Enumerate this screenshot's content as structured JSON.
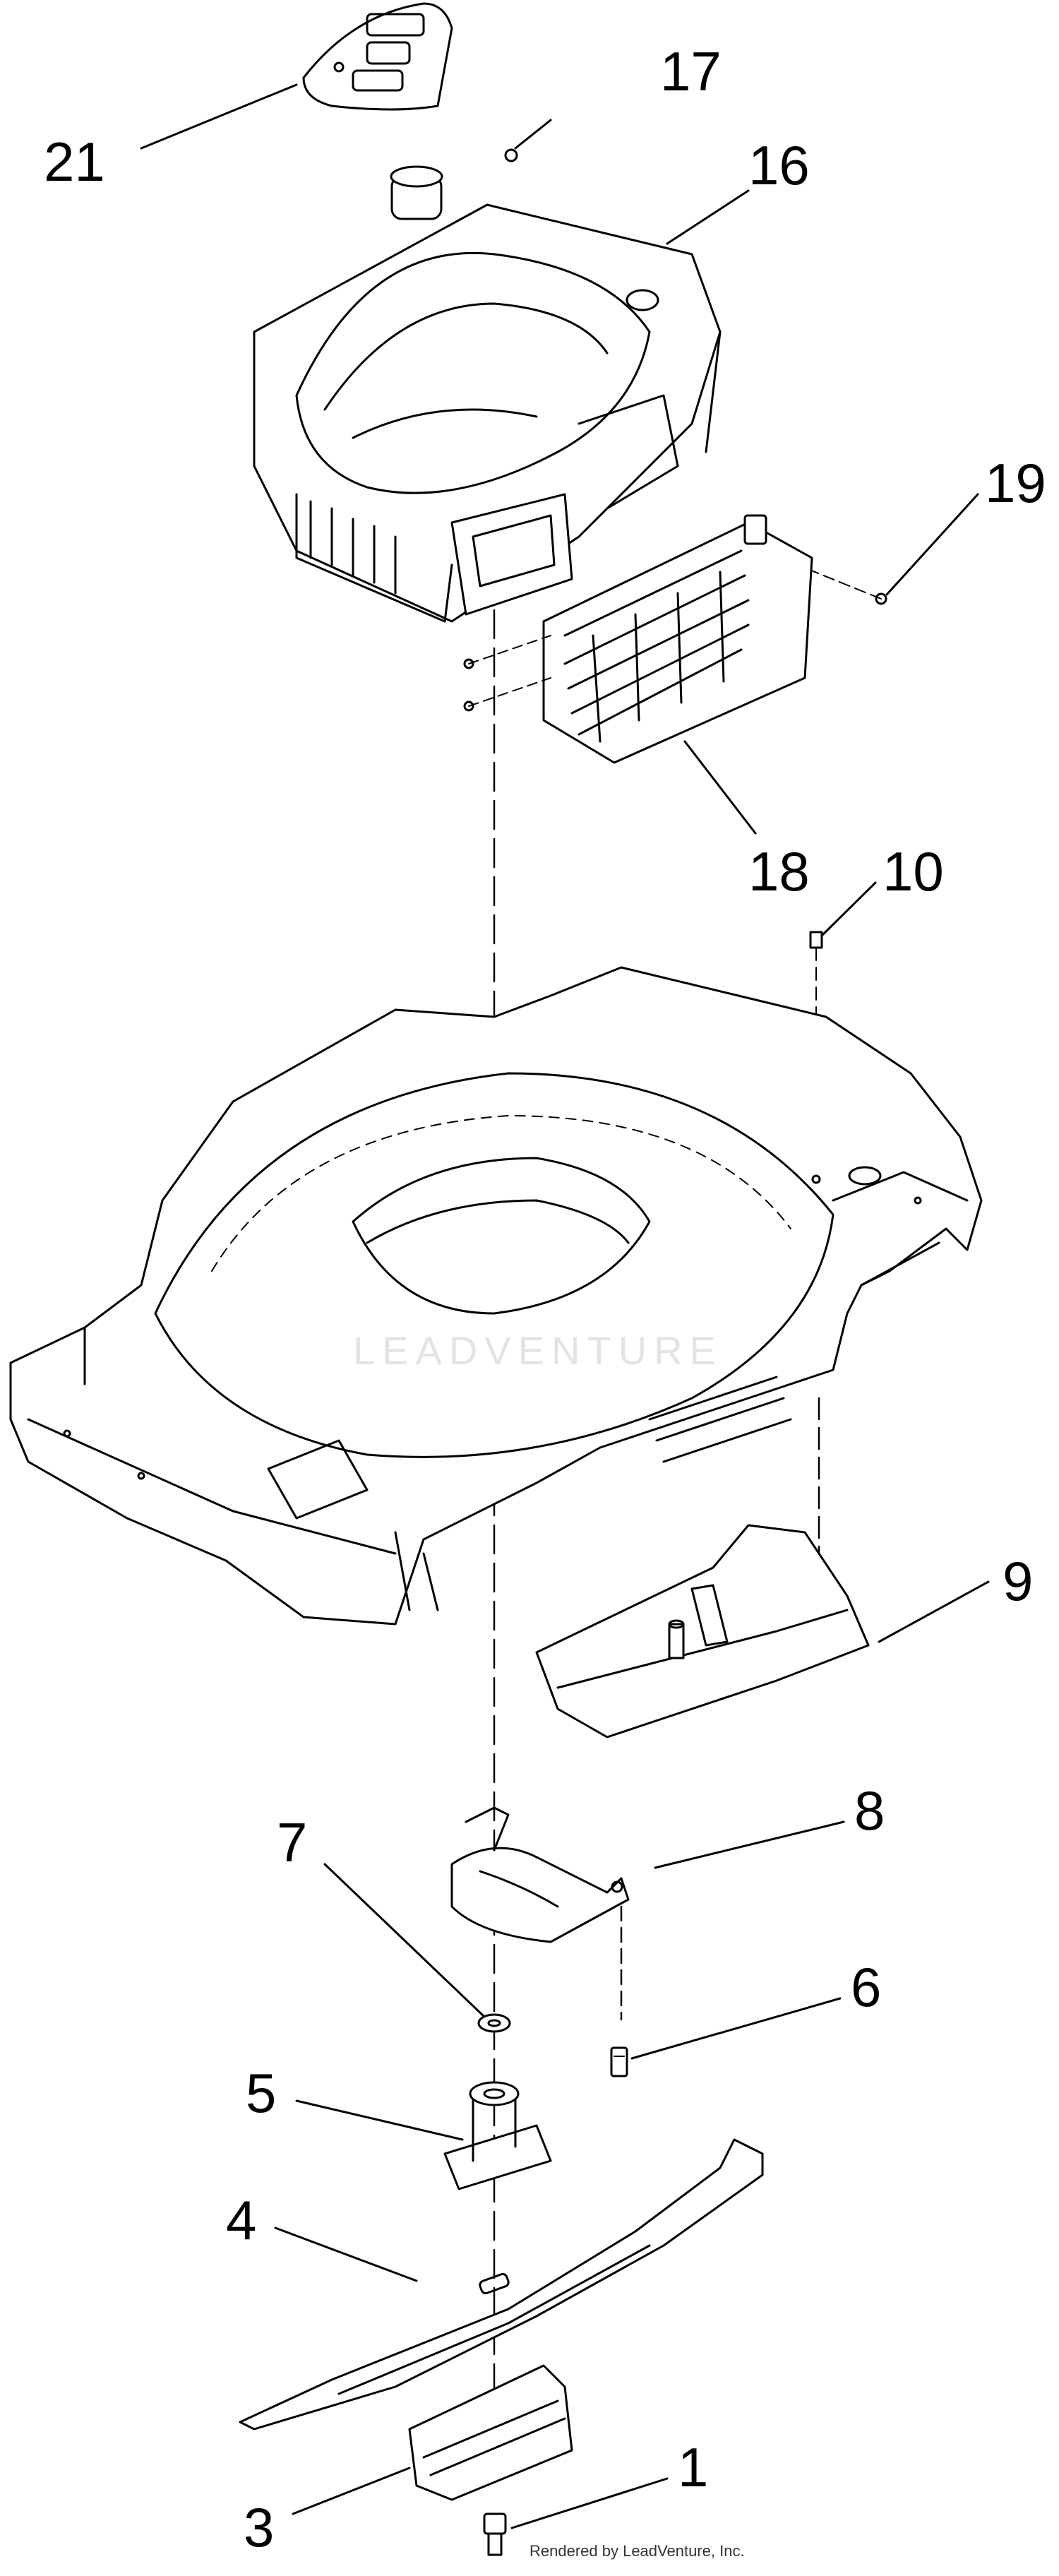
{
  "callouts": {
    "c21": "21",
    "c17": "17",
    "c16": "16",
    "c19": "19",
    "c18": "18",
    "c10": "10",
    "c9": "9",
    "c8": "8",
    "c7": "7",
    "c6": "6",
    "c5": "5",
    "c4": "4",
    "c3": "3",
    "c1": "1"
  },
  "watermark": "LEADVENTURE",
  "footer": "Rendered by LeadVenture, Inc.",
  "colors": {
    "line": "#000000",
    "background": "#ffffff"
  }
}
